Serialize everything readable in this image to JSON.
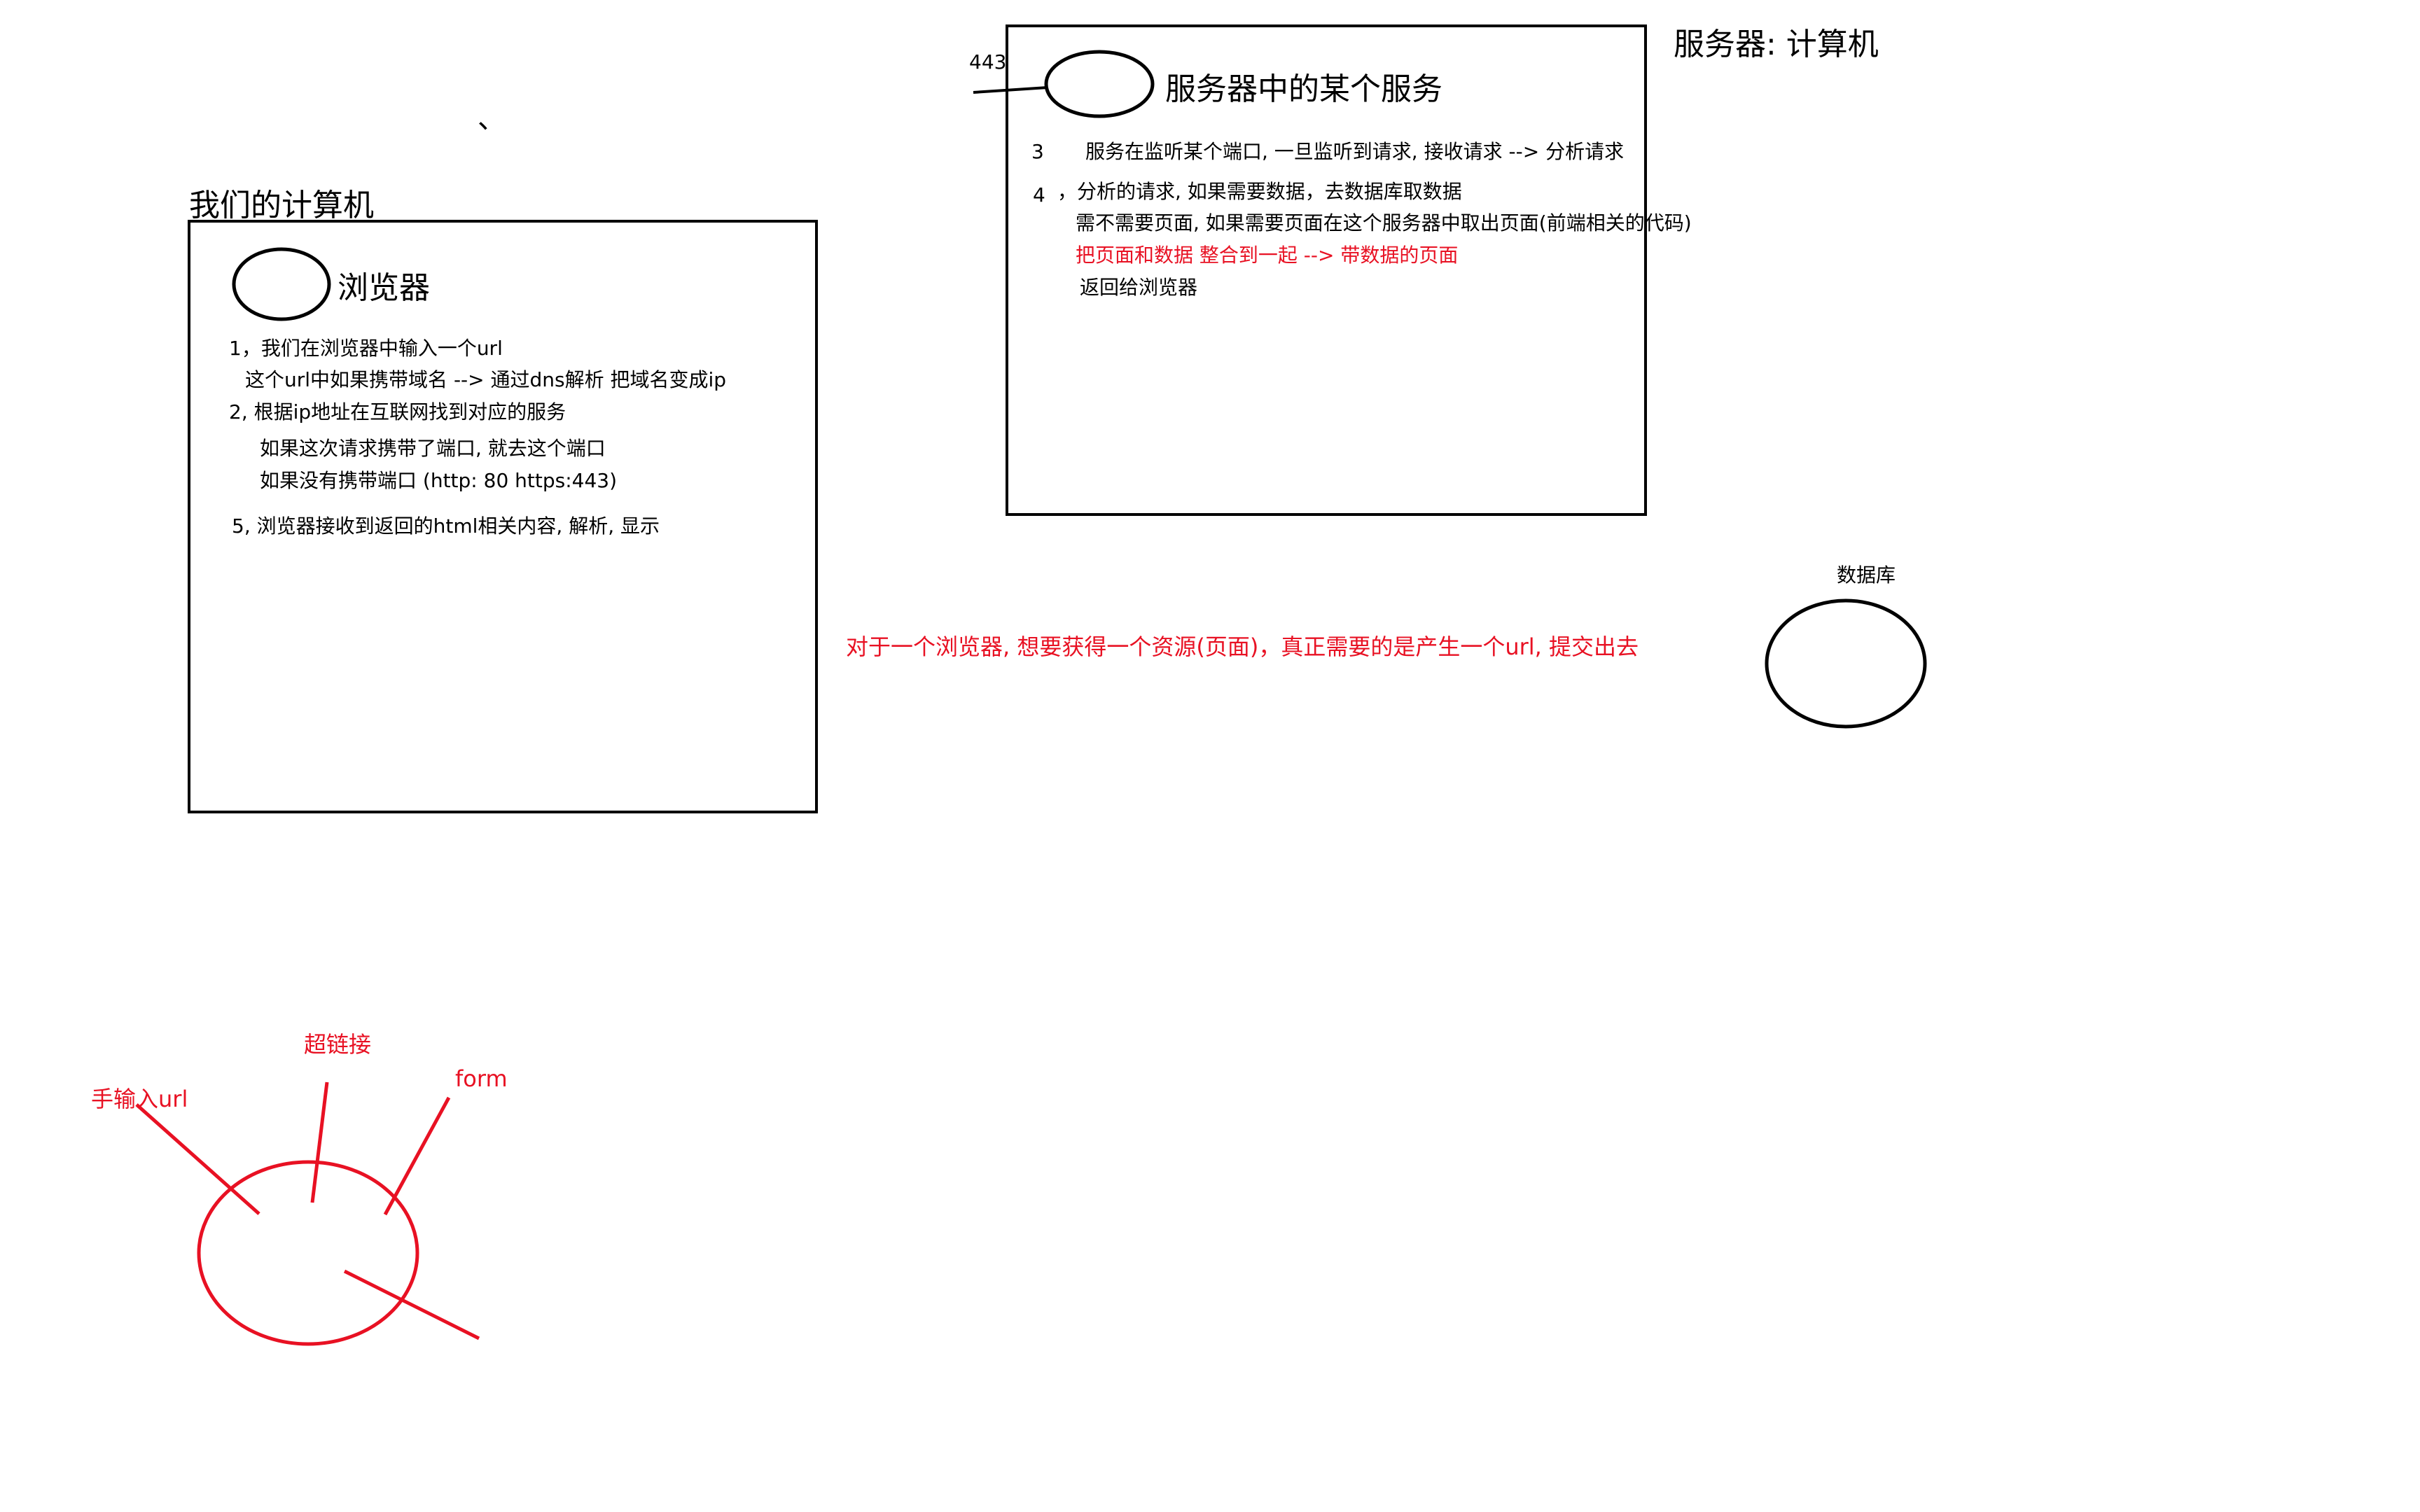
{
  "colors": {
    "ink": "#000000",
    "red_ink": "#e81123",
    "background": "#ffffff"
  },
  "client": {
    "heading": "我们的计算机",
    "browser_label": "浏览器",
    "steps": [
      "1，我们在浏览器中输入一个url",
      "这个url中如果携带域名 --> 通过dns解析 把域名变成ip",
      "2, 根据ip地址在互联网找到对应的服务",
      "如果这次请求携带了端口, 就去这个端口",
      "如果没有携带端口 (http: 80   https:443)",
      "5, 浏览器接收到返回的html相关内容, 解析, 显示"
    ]
  },
  "server": {
    "heading": "服务器: 计算机",
    "port": "443",
    "service_label": "服务器中的某个服务",
    "step3_num": "3",
    "step3_text": "服务在监听某个端口, 一旦监听到请求, 接收请求 --> 分析请求",
    "step4_num": "4",
    "step4_lines": [
      "，分析的请求, 如果需要数据，去数据库取数据",
      "需不需要页面, 如果需要页面在这个服务器中取出页面(前端相关的代码)",
      "把页面和数据 整合到一起  --> 带数据的页面",
      "返回给浏览器"
    ]
  },
  "database_label": "数据库",
  "summary_note": "对于一个浏览器, 想要获得一个资源(页面)，真正需要的是产生一个url, 提交出去",
  "stray_mark": "、",
  "url_sources": {
    "manual": "手输入url",
    "hyperlink": "超链接",
    "form": "form"
  }
}
